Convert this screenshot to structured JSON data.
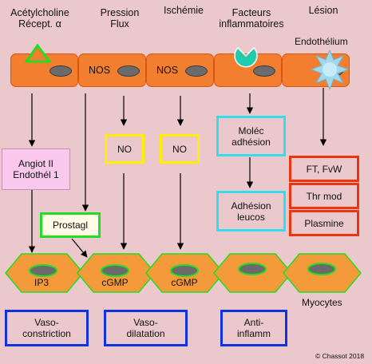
{
  "headers": [
    {
      "text": "Acétylcholine\nRécept. α"
    },
    {
      "text": "Pression\nFlux"
    },
    {
      "text": "Ischémie"
    },
    {
      "text": "Facteurs\ninflammatoires"
    },
    {
      "text": "Lésion"
    }
  ],
  "endothelium_label": "Endothélium",
  "nos_labels": [
    "NOS",
    "NOS"
  ],
  "boxes": {
    "angiot": "Angiot II\nEndothél 1",
    "prostagl": "Prostagl",
    "no1": "NO",
    "no2": "NO",
    "molec": "Moléc\nadhésion",
    "adhesion": "Adhésion\nleucos",
    "ft": "FT, FvW",
    "thr": "Thr mod",
    "plasmine": "Plasmine"
  },
  "myocytes": {
    "labels": [
      "IP3",
      "cGMP",
      "cGMP",
      "",
      ""
    ],
    "caption": "Myocytes"
  },
  "effects": {
    "vasoconstriction": "Vaso-\nconstriction",
    "vasodilatation": "Vaso-\ndilatation",
    "antiinflamm": "Anti-\ninflamm"
  },
  "copyright": "© Chassot  2018",
  "colors": {
    "background": "#ebc8cc",
    "endothelium": "#f47e2f",
    "myocyte": "#f59a3a",
    "green": "#22dd22",
    "yellow": "#ffee00",
    "cyan": "#33ddee",
    "red": "#ee3311",
    "blue": "#1133dd",
    "pink_box": "#f9c8ec"
  }
}
